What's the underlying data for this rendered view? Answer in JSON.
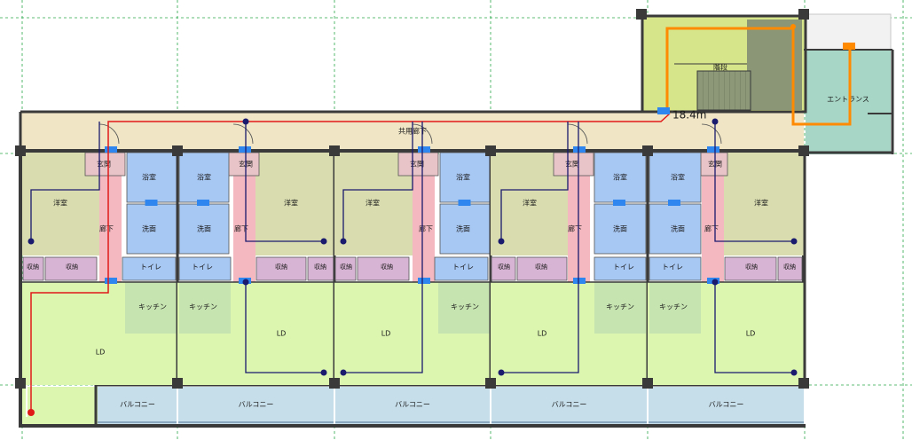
{
  "labels": {
    "stairs": "階段",
    "entrance": "エントランス",
    "corridor": "共用廊下",
    "entry": "玄関",
    "bath": "浴室",
    "washroom": "洗面",
    "hall": "廊下",
    "toilet": "トイレ",
    "storage": "収納",
    "kitchen": "キッチン",
    "bedroom": "洋室",
    "ld": "LD",
    "balcony": "バルコニー"
  },
  "distance": "18.4m",
  "colors": {
    "stair_bg": "#d6e48a",
    "stair_steps": "#8a9676",
    "entrance_bg": "#a7d6c6",
    "corridor": "#f0e6c6",
    "ld": "#dcf6b0",
    "kitchen": "#c6e4b0",
    "bedroom": "#d8dcae",
    "entry": "#e8c4c8",
    "hall": "#f4b8c0",
    "wet": "#a8c8f4",
    "storage": "#d8b4d4",
    "balcony": "#c6deea",
    "route_red": "#e01818",
    "route_orange": "#ff8a00",
    "route_navy": "#1a1a6e",
    "marker": "#2f86ee"
  }
}
